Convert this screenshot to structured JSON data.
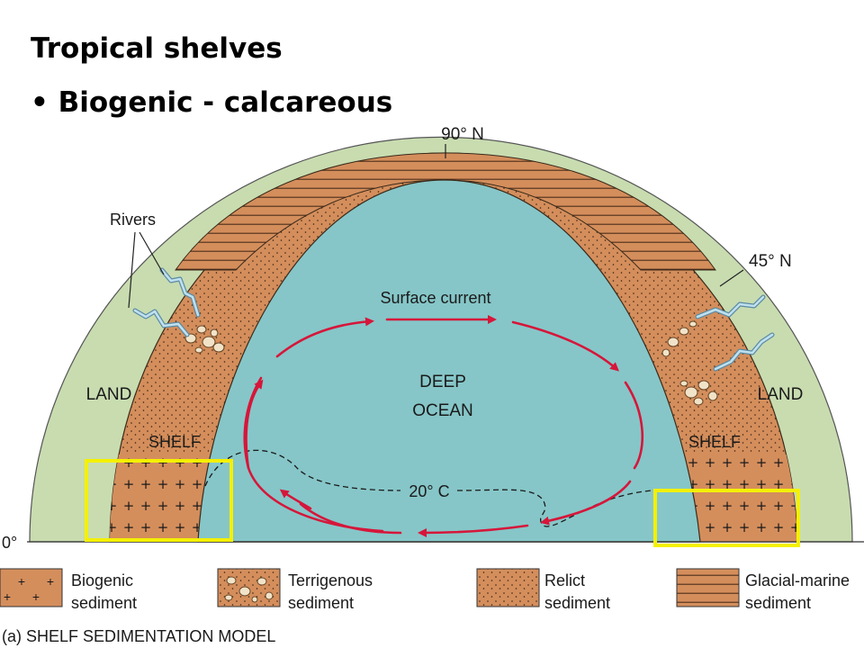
{
  "title": "Tropical shelves",
  "bullet": "• Biogenic - calcareous",
  "labels": {
    "north_pole": "90° N",
    "mid_latitude": "45° N",
    "equator": "0°",
    "rivers": "Rivers",
    "land_left": "LAND",
    "land_right": "LAND",
    "shelf_left": "SHELF",
    "shelf_right": "SHELF",
    "surface_current": "Surface current",
    "deep_ocean_1": "DEEP",
    "deep_ocean_2": "OCEAN",
    "isotherm": "20° C"
  },
  "legend": [
    {
      "line1": "Biogenic",
      "line2": "sediment"
    },
    {
      "line1": "Terrigenous",
      "line2": "sediment"
    },
    {
      "line1": "Relict",
      "line2": "sediment"
    },
    {
      "line1": "Glacial-marine",
      "line2": "sediment"
    }
  ],
  "caption": "(a) SHELF SEDIMENTATION MODEL",
  "colors": {
    "land": "#c8dcb0",
    "ocean": "#86c6c8",
    "sediment": "#d48e5c",
    "current": "#d6163a",
    "highlight": "#f4f000",
    "river": "#8fc2dc"
  }
}
